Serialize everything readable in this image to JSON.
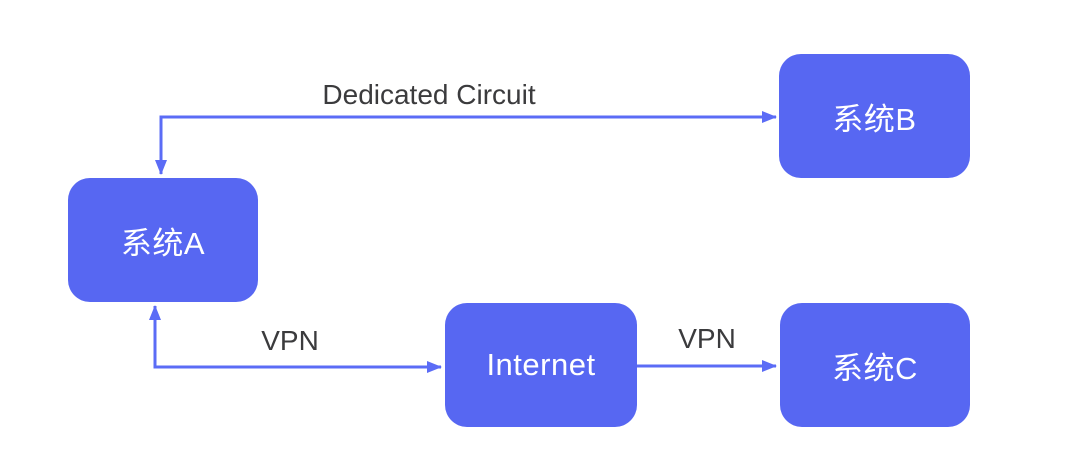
{
  "diagram": {
    "nodes": [
      {
        "id": "system-a",
        "label": "系统A"
      },
      {
        "id": "system-b",
        "label": "系统B"
      },
      {
        "id": "internet",
        "label": "Internet"
      },
      {
        "id": "system-c",
        "label": "系统C"
      }
    ],
    "edges": [
      {
        "from": "system-a",
        "to": "system-b",
        "label": "Dedicated Circuit",
        "direction": "bidirectional",
        "style": "elbow"
      },
      {
        "from": "system-a",
        "to": "internet",
        "label": "VPN",
        "direction": "bidirectional",
        "style": "elbow"
      },
      {
        "from": "internet",
        "to": "system-c",
        "label": "VPN",
        "direction": "forward",
        "style": "straight"
      }
    ],
    "colors": {
      "node_fill": "#5767f2",
      "node_text": "#ffffff",
      "arrow": "#5b6cf6",
      "edge_label": "#3b3b3d",
      "background": "#ffffff"
    }
  }
}
